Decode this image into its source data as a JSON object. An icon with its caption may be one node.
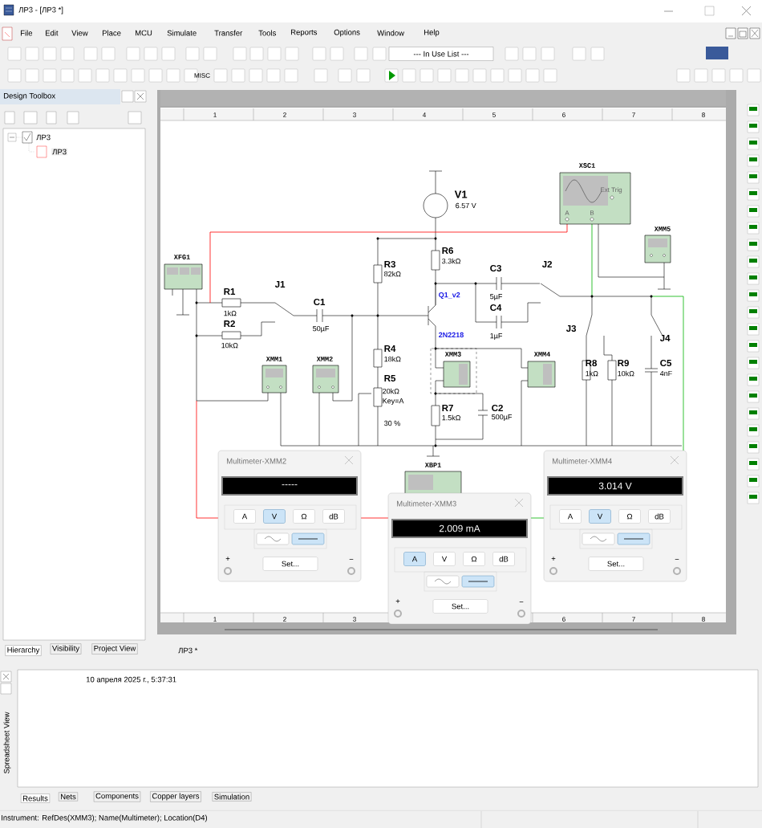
{
  "diagram": {
    "title": "ЛР3 - [ЛР3 *]",
    "labels": [
      "File",
      "Edit",
      "View",
      "Place",
      "MCU",
      "Simulate",
      "Transfer",
      "Tools",
      "Reports",
      "Options",
      "Window",
      "Help",
      "--- In Use List ---",
      "MISC",
      "Design Toolbox",
      "ЛР3",
      "ЛР3",
      "1",
      "2",
      "3",
      "4",
      "5",
      "6",
      "7",
      "8",
      "1",
      "2",
      "3",
      "6",
      "7",
      "8",
      "V1",
      "6.57 V",
      "XSC1",
      "Ext Trig",
      "A",
      "B",
      "XMM5",
      "XFG1",
      "R6",
      "3.3kΩ",
      "R3",
      "82kΩ",
      "J2",
      "C3",
      "J1",
      "R1",
      "C1",
      "Q1_v2",
      "5µF",
      "C4",
      "1kΩ",
      "50µF",
      "R2",
      "2N2218",
      "1µF",
      "10kΩ",
      "R4",
      "18kΩ",
      "J3",
      "J4",
      "XMM3",
      "XMM4",
      "XMM1",
      "XMM2",
      "R8",
      "1kΩ",
      "R9",
      "10kΩ",
      "C5",
      "4nF",
      "R5",
      "20kΩ",
      "Key=A",
      "R7",
      "1.5kΩ",
      "C2",
      "500µF",
      "30 %",
      "XBP1",
      "Multimeter-XMM2",
      "-----",
      "A",
      "V",
      "Ω",
      "dB",
      "Set...",
      "+",
      "−",
      "Multimeter-XMM3",
      "2.009 mA",
      "A",
      "V",
      "Ω",
      "dB",
      "Set...",
      "+",
      "−",
      "Multimeter-XMM4",
      "3.014 V",
      "A",
      "V",
      "Ω",
      "dB",
      "Set...",
      "+",
      "−",
      "Hierarchy",
      "Visibility",
      "Project View",
      "ЛР3 *",
      "Spreadsheet View",
      "10 апреля 2025 г., 5:37:31",
      "Results",
      "Nets",
      "Components",
      "Copper layers",
      "Simulation",
      "Instrument: RefDes(XMM3); Name(Multimeter); Location(D4)"
    ]
  }
}
